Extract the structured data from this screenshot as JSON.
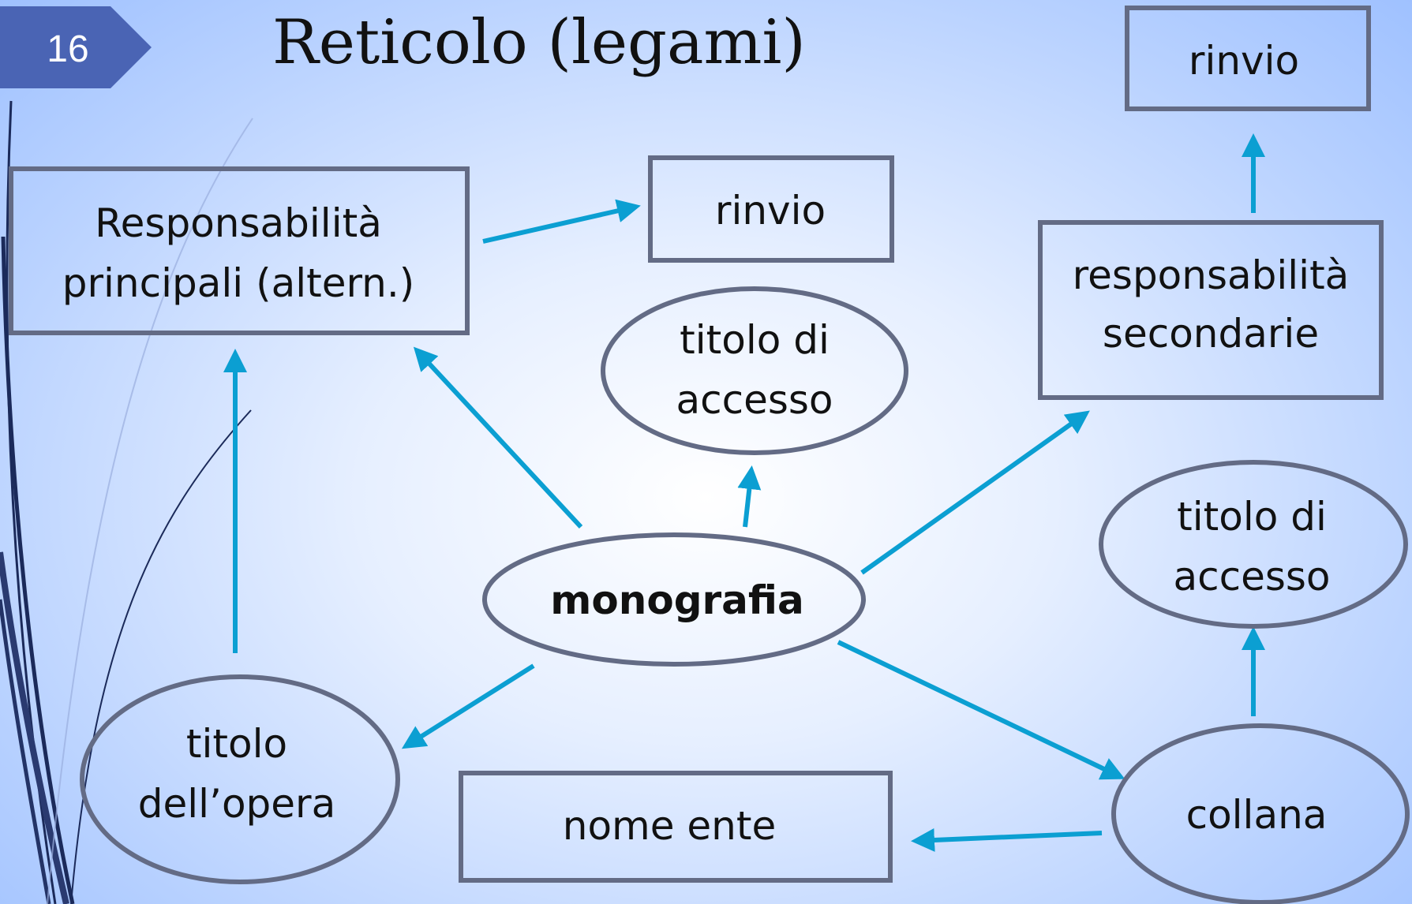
{
  "slide": {
    "number": "16",
    "title": "Reticolo (legami)"
  },
  "nodes": {
    "resp_principali": {
      "line1": "Responsabilità",
      "line2": "principali (altern.)"
    },
    "rinvio_center": "rinvio",
    "rinvio_right": "rinvio",
    "titolo_accesso_center": {
      "line1": "titolo di",
      "line2": "accesso"
    },
    "resp_secondarie": {
      "line1": "responsabilità",
      "line2": "secondarie"
    },
    "titolo_accesso_right": {
      "line1": "titolo di",
      "line2": "accesso"
    },
    "monografia": "monografia",
    "titolo_opera": {
      "line1": "titolo",
      "line2": "dell’opera"
    },
    "nome_ente": "nome ente",
    "collana": "collana"
  },
  "colors": {
    "arrow": "#0b9fd2",
    "shape_border": "#636b85",
    "badge": "#4a64b4"
  }
}
